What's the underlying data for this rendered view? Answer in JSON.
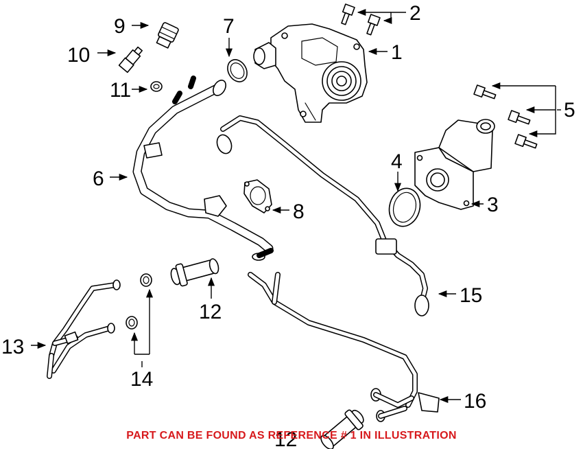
{
  "callouts": {
    "c1": "1",
    "c2": "2",
    "c3": "3",
    "c4": "4",
    "c5": "5",
    "c6": "6",
    "c7": "7",
    "c8": "8",
    "c9": "9",
    "c10": "10",
    "c11": "11",
    "c12a": "12",
    "c12b": "12",
    "c13": "13",
    "c14": "14",
    "c15": "15",
    "c16": "16"
  },
  "footer": {
    "note": "PART CAN BE FOUND AS REFERENCE # 1 IN ILLUSTRATION",
    "note_color": "#d7191c"
  },
  "colors": {
    "line": "#000000",
    "background": "#ffffff"
  }
}
